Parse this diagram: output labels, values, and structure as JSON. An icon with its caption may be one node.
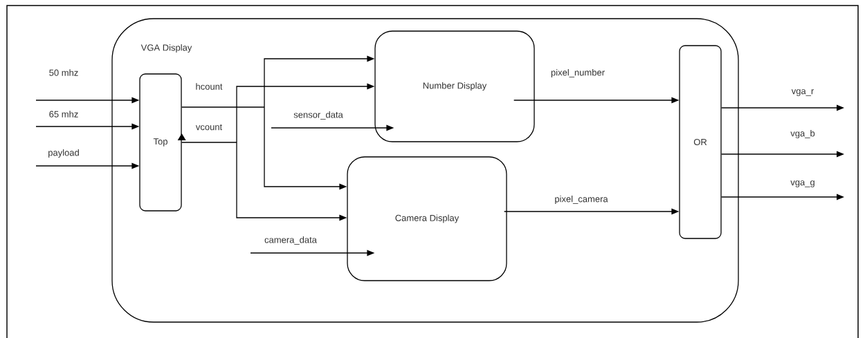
{
  "diagram": {
    "nodes": [
      {
        "text": [
          "VGA Display"
        ]
      },
      {
        "text": [
          "Top"
        ],
        "in": 0
      },
      {
        "text": [
          "Number Display"
        ],
        "in": 0
      },
      {
        "text": [
          "Camera Display"
        ],
        "in": 0
      },
      {
        "text": [
          "OR"
        ],
        "in": 0
      }
    ],
    "edges": [
      {
        "from": null,
        "to": 1,
        "arrow": "to",
        "label": "50 mhz"
      },
      {
        "from": null,
        "to": 1,
        "arrow": "to",
        "label": "65 mhz"
      },
      {
        "from": null,
        "to": 1,
        "arrow": "to",
        "label": "payload"
      },
      {
        "from": 1,
        "to": 2,
        "arrow": "to"
      },
      {
        "from": 1,
        "to": 3,
        "arrow": "to"
      },
      {
        "from": 1,
        "to": 2,
        "arrow": "both"
      },
      {
        "from": 1,
        "to": 3,
        "arrow": "both"
      },
      {
        "from": null,
        "to": 2,
        "arrow": "to",
        "label": "sensor_data"
      },
      {
        "from": null,
        "to": 3,
        "arrow": "to",
        "label": "camera_data"
      },
      {
        "from": 2,
        "to": 4,
        "arrow": "to",
        "label": "pixel_number"
      },
      {
        "from": 3,
        "to": 4,
        "arrow": "to",
        "label": "pixel_camera"
      },
      {
        "from": 4,
        "to": null,
        "arrow": "to",
        "label": "vga_r"
      },
      {
        "from": 4,
        "to": null,
        "arrow": "to",
        "label": "vga_b"
      },
      {
        "from": 4,
        "to": null,
        "arrow": "to",
        "label": "vga_g"
      }
    ],
    "labels": [
      "hcount",
      "vcount"
    ]
  }
}
